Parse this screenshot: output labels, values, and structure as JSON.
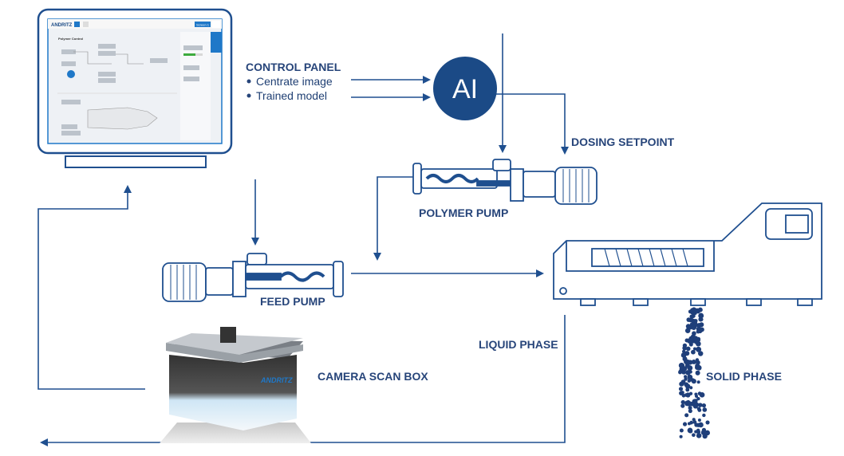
{
  "colors": {
    "line": "#1f4f8f",
    "text": "#27457a",
    "ai_circle": "#1b4a86",
    "accent": "#1f78c8"
  },
  "monitor": {
    "title": "Polymer Control",
    "screen_button": "Screen 1",
    "logo_text": "ANDRITZ",
    "icons": [
      "home-icon",
      "eye-icon",
      "chart-icon",
      "settings-icon"
    ]
  },
  "control_panel": {
    "title": "CONTROL PANEL",
    "items": [
      "Centrate image",
      "Trained model"
    ]
  },
  "ai": {
    "label": "AI"
  },
  "labels": {
    "dosing_setpoint": "DOSING SETPOINT",
    "polymer_pump": "POLYMER PUMP",
    "feed_pump": "FEED PUMP",
    "liquid_phase": "LIQUID PHASE",
    "solid_phase": "SOLID PHASE",
    "camera_scan_box": "CAMERA SCAN BOX"
  },
  "camera_box_logo": "ANDRITZ"
}
